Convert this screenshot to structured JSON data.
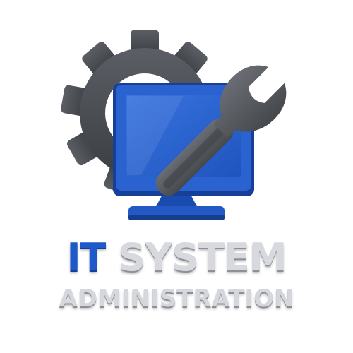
{
  "logo": {
    "title_word_1": "IT",
    "title_word_2": "SYSTEM",
    "subtitle": "ADMINISTRATION"
  },
  "icons": {
    "gear": "gear-icon",
    "monitor": "monitor-icon",
    "wrench": "wrench-icon"
  },
  "colors": {
    "gear": "#4a4d52",
    "monitor_blue": "#2a62d0",
    "monitor_dark": "#163f98",
    "wrench": "#55585e",
    "title_blue": "#1f58c8",
    "title_silver": "#d7d9de"
  }
}
